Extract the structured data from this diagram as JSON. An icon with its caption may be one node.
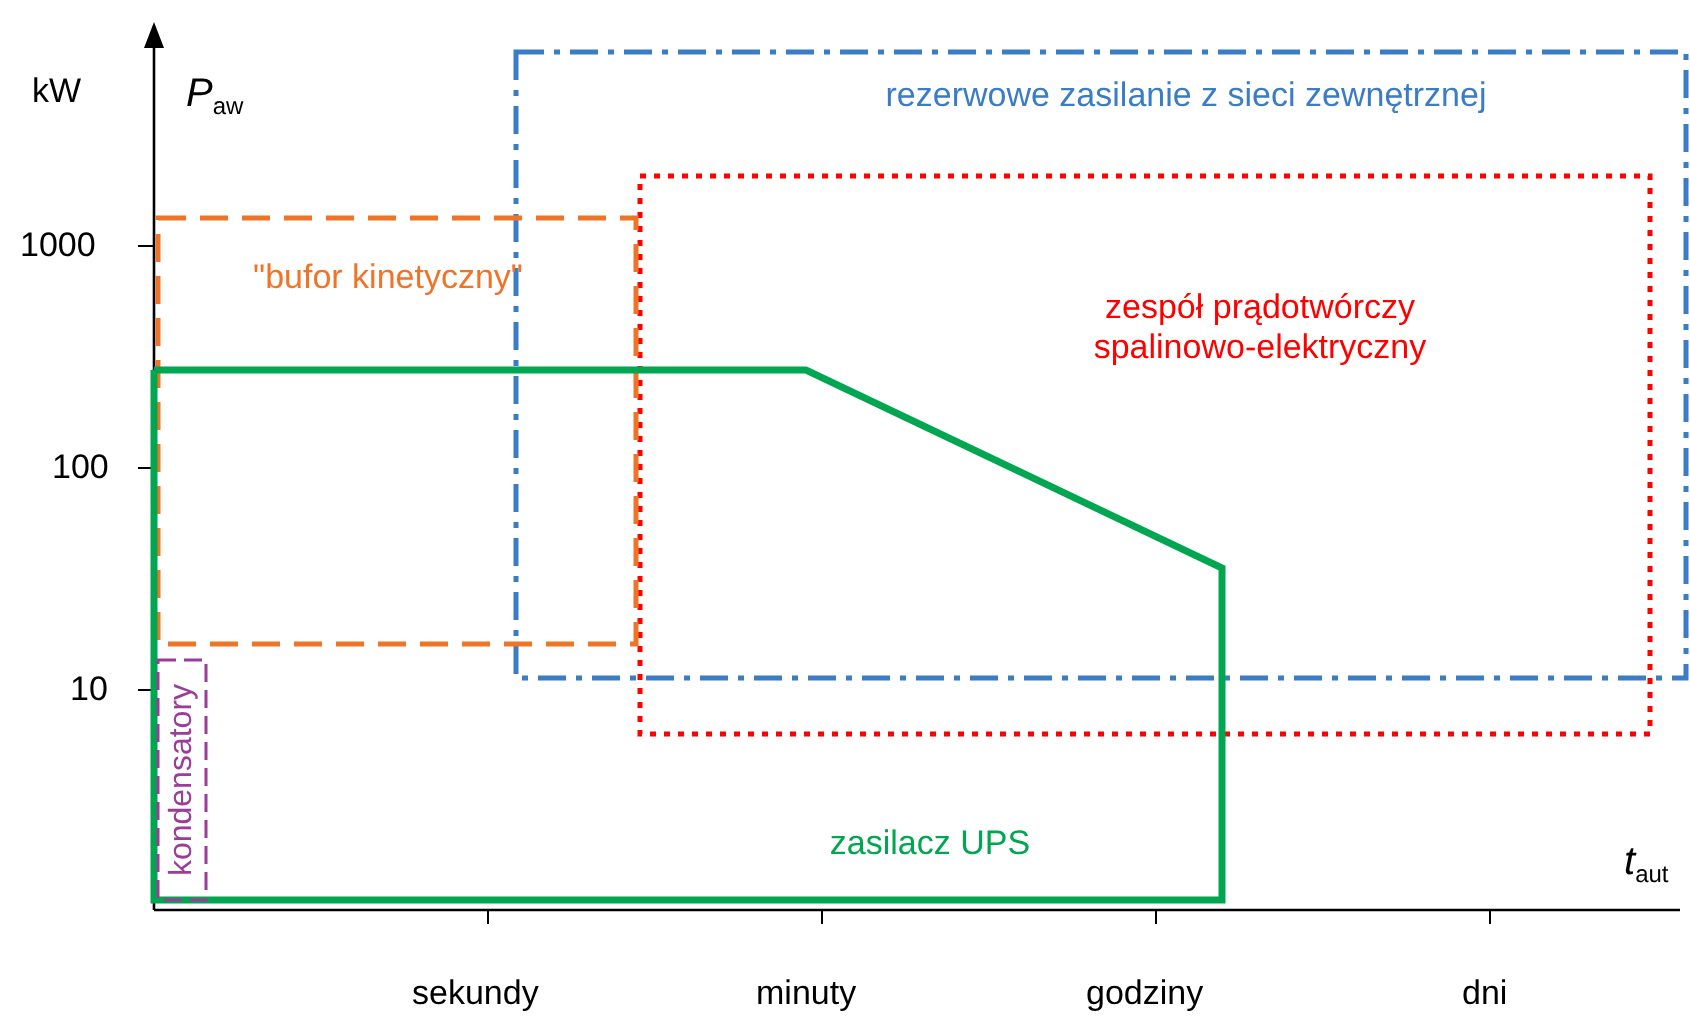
{
  "diagram": {
    "nodes": [
      {
        "text": [
          "rezerwowe zasilanie z sieci zewnętrznej"
        ]
      },
      {
        "text": [
          "zespół prądotwórczy spalinowo-elektryczny"
        ]
      },
      {
        "text": [
          "\"bufor kinetyczny\""
        ]
      },
      {
        "text": [
          "zasilacz UPS"
        ]
      },
      {
        "text": [
          "kondensatory"
        ],
        "in": 3
      }
    ],
    "labels": [
      "kW",
      "*P*$_{aw}$",
      "1000",
      "100",
      "10",
      "*t*$_{aut}$",
      "sekundy",
      "minuty",
      "godziny",
      "dni"
    ]
  }
}
